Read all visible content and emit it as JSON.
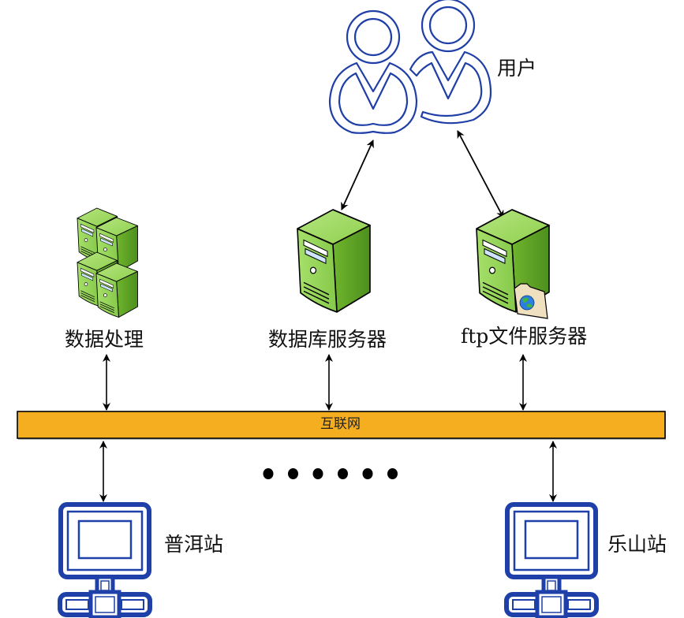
{
  "diagram": {
    "title": "",
    "network": {
      "label": "互联网",
      "color": "#f5ae1f"
    },
    "users": {
      "label": "用户",
      "icon": "users-icon",
      "color": "#1f3fa6"
    },
    "servers": [
      {
        "id": "data-processing",
        "label": "数据处理",
        "icon": "server-cluster-icon"
      },
      {
        "id": "database-server",
        "label": "数据库服务器",
        "icon": "server-icon"
      },
      {
        "id": "ftp-server",
        "label": "ftp文件服务器",
        "icon": "ftp-server-icon"
      }
    ],
    "stations": [
      {
        "id": "puer",
        "label": "普洱站",
        "icon": "workstation-icon"
      },
      {
        "id": "leshan",
        "label": "乐山站",
        "icon": "workstation-icon"
      }
    ],
    "ellipsis": {
      "count": 6,
      "meaning": "more stations"
    },
    "colors": {
      "server_green": "#8cd14a",
      "server_dark": "#5a9e23",
      "station_blue": "#1e40a8",
      "arrow": "#000000"
    },
    "edges": [
      {
        "from": "users",
        "to": "database-server",
        "bidirectional": true
      },
      {
        "from": "users",
        "to": "ftp-server",
        "bidirectional": true
      },
      {
        "from": "data-processing",
        "to": "network",
        "bidirectional": true
      },
      {
        "from": "database-server",
        "to": "network",
        "bidirectional": true
      },
      {
        "from": "ftp-server",
        "to": "network",
        "bidirectional": true
      },
      {
        "from": "puer",
        "to": "network",
        "bidirectional": true
      },
      {
        "from": "leshan",
        "to": "network",
        "bidirectional": true
      }
    ]
  }
}
